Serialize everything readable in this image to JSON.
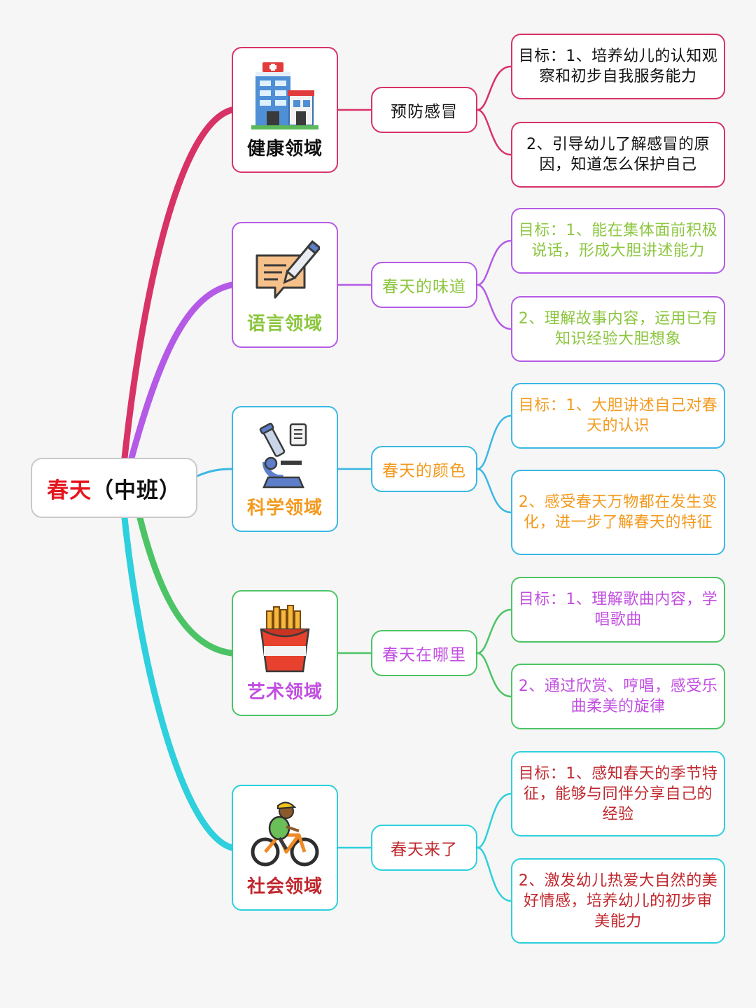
{
  "root": {
    "title_red": "春天",
    "title_black": "（中班）"
  },
  "domains": [
    {
      "label": "健康领域",
      "icon": "hospital-icon",
      "color": "#d83366",
      "text_color": "#111111",
      "topic": "预防感冒",
      "goals": [
        "目标：1、培养幼儿的认知观察和初步自我服务能力",
        "2、引导幼儿了解感冒的原因，知道怎么保护自己"
      ]
    },
    {
      "label": "语言领域",
      "icon": "writing-icon",
      "color": "#b45ae6",
      "text_color": "#8cc63f",
      "topic": "春天的味道",
      "goals": [
        "目标：1、能在集体面前积极说话，形成大胆讲述能力",
        "2、理解故事内容，运用已有知识经验大胆想象"
      ]
    },
    {
      "label": "科学领域",
      "icon": "microscope-icon",
      "color": "#3bb8e3",
      "text_color": "#f39a1e",
      "topic": "春天的颜色",
      "goals": [
        "目标：1、大胆讲述自己对春天的认识",
        "2、感受春天万物都在发生变化，进一步了解春天的特征"
      ]
    },
    {
      "label": "艺术领域",
      "icon": "fries-icon",
      "color": "#4cc466",
      "text_color": "#c14ee0",
      "topic": "春天在哪里",
      "goals": [
        "目标：1、理解歌曲内容，学唱歌曲",
        "2、通过欣赏、哼唱，感受乐曲柔美的旋律"
      ]
    },
    {
      "label": "社会领域",
      "icon": "cyclist-icon",
      "color": "#2dd0dc",
      "text_color": "#c0272d",
      "topic": "春天来了",
      "goals": [
        "目标：1、感知春天的季节特征，能够与同伴分享自己的经验",
        "2、激发幼儿热爱大自然的美好情感，培养幼儿的初步审美能力"
      ]
    }
  ]
}
